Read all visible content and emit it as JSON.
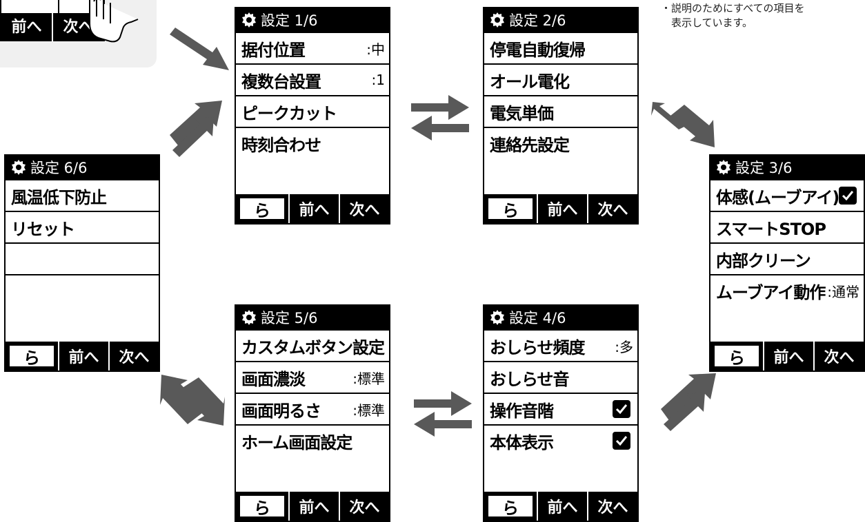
{
  "intro": {
    "prev_label": "前へ",
    "next_label": "次へ"
  },
  "note": "・説明のためにすべての項目を\n　表示しています。",
  "screens": {
    "s1": {
      "title": "設定 1/6",
      "rows": [
        {
          "label": "据付位置",
          "value": ":中"
        },
        {
          "label": "複数台設置",
          "value": ":1"
        },
        {
          "label": "ピークカット",
          "value": ""
        },
        {
          "label": "時刻合わせ",
          "value": ""
        }
      ]
    },
    "s2": {
      "title": "設定 2/6",
      "rows": [
        {
          "label": "停電自動復帰",
          "value": ""
        },
        {
          "label": "オール電化",
          "value": ""
        },
        {
          "label": "電気単価",
          "value": ""
        },
        {
          "label": "連絡先設定",
          "value": ""
        }
      ]
    },
    "s3": {
      "title": "設定 3/6",
      "rows": [
        {
          "label": "体感(ムーブアイ)",
          "value": "",
          "checked": true
        },
        {
          "label": "スマートSTOP",
          "value": ""
        },
        {
          "label": "内部クリーン",
          "value": ""
        },
        {
          "label": "ムーブアイ動作",
          "value": ":通常"
        }
      ]
    },
    "s4": {
      "title": "設定 4/6",
      "rows": [
        {
          "label": "おしらせ頻度",
          "value": ":多"
        },
        {
          "label": "おしらせ音",
          "value": ""
        },
        {
          "label": "操作音階",
          "value": "",
          "checked": true
        },
        {
          "label": "本体表示",
          "value": "",
          "checked": true
        }
      ]
    },
    "s5": {
      "title": "設定 5/6",
      "rows": [
        {
          "label": "カスタムボタン設定",
          "value": ""
        },
        {
          "label": "画面濃淡",
          "value": ":標準"
        },
        {
          "label": "画面明るさ",
          "value": ":標準"
        },
        {
          "label": "ホーム画面設定",
          "value": ""
        }
      ]
    },
    "s6": {
      "title": "設定 6/6",
      "rows": [
        {
          "label": "風温低下防止",
          "value": ""
        },
        {
          "label": "リセット",
          "value": ""
        },
        {
          "label": "",
          "value": ""
        },
        {
          "label": "",
          "value": ""
        }
      ]
    }
  },
  "buttons": {
    "back_icon": "ら",
    "prev": "前へ",
    "next": "次へ"
  },
  "icons": {
    "gear": "gear-icon",
    "check": "checkmark-icon",
    "back": "return-icon",
    "hand": "pointing-hand-icon"
  },
  "colors": {
    "screen_bg": "#ffffff",
    "ink": "#000000",
    "arrow": "#595959",
    "panel_bg": "#f0f0f0"
  }
}
